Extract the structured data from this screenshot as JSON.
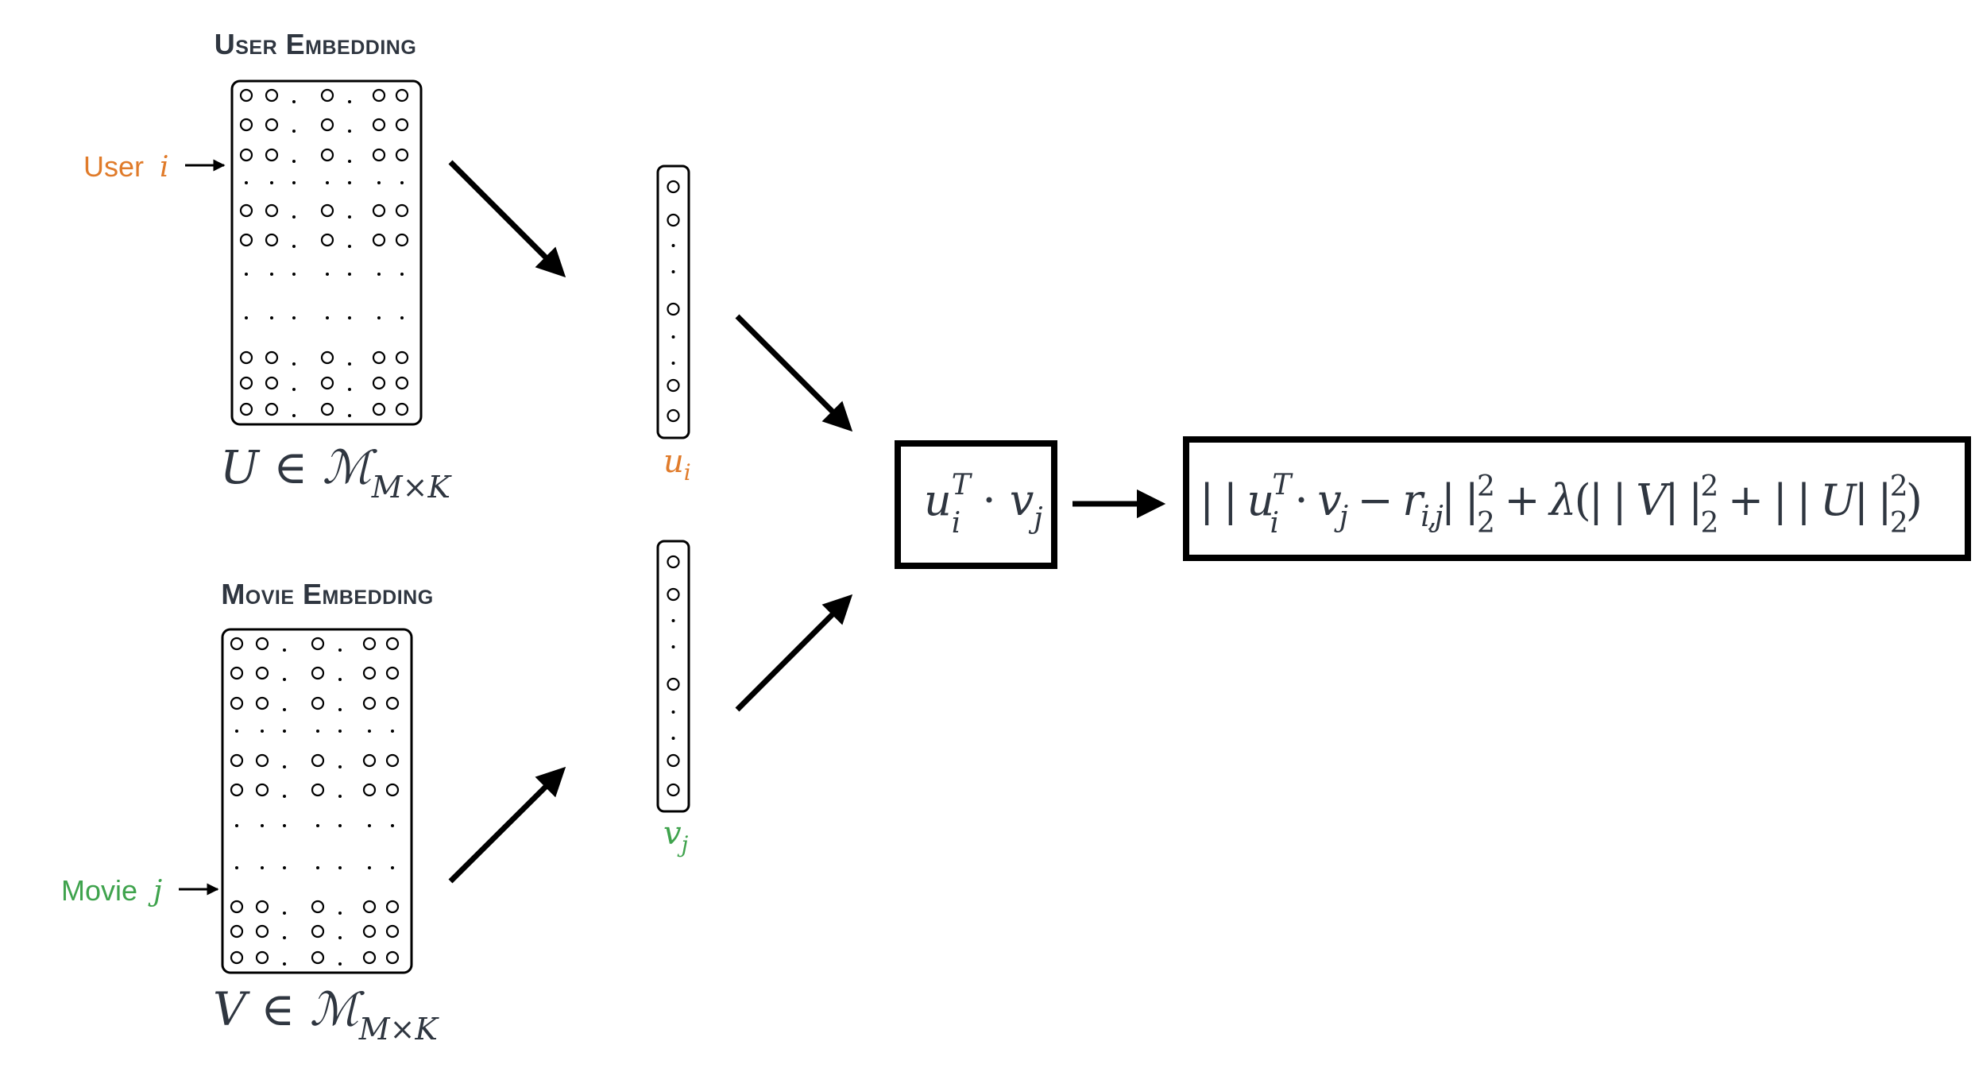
{
  "colors": {
    "ink": "#000000",
    "title": "#2f3640",
    "user_accent": "#e07b2a",
    "movie_accent": "#3fa34d"
  },
  "user_embedding": {
    "title_main": "User Embedding",
    "pointer_label": "User",
    "pointer_var": "i",
    "matrix_label_lhs": "U ∈ ",
    "matrix_label_script": "ℳ",
    "matrix_label_sub": "M×K"
  },
  "movie_embedding": {
    "title_main": "Movie Embedding",
    "pointer_label": "Movie",
    "pointer_var": "j",
    "matrix_label_lhs": "V ∈ ",
    "matrix_label_script": "ℳ",
    "matrix_label_sub": "M×K"
  },
  "user_vector": {
    "base": "u",
    "sub": "i"
  },
  "movie_vector": {
    "base": "v",
    "sub": "j"
  },
  "dot_product": {
    "u": "u",
    "u_sup": "T",
    "u_sub": "i",
    "op": " · ",
    "v": "v",
    "v_sub": "j"
  },
  "loss": {
    "norm_open": "| | ",
    "u": "u",
    "u_sup": "T",
    "u_sub": "i",
    "op": " · ",
    "v": "v",
    "v_sub": "j",
    "minus": " − ",
    "r": "r",
    "r_sub": "i,j",
    "norm_close": "| |",
    "sup2": "2",
    "sub2": "2",
    "plus1": " + ",
    "lambda": "λ",
    "paren_open": "(",
    "V": "V",
    "plus2": " + ",
    "U": "U",
    "paren_close": ")"
  },
  "icons": {
    "arrow": "arrow-icon",
    "circle": "circle-cell"
  }
}
